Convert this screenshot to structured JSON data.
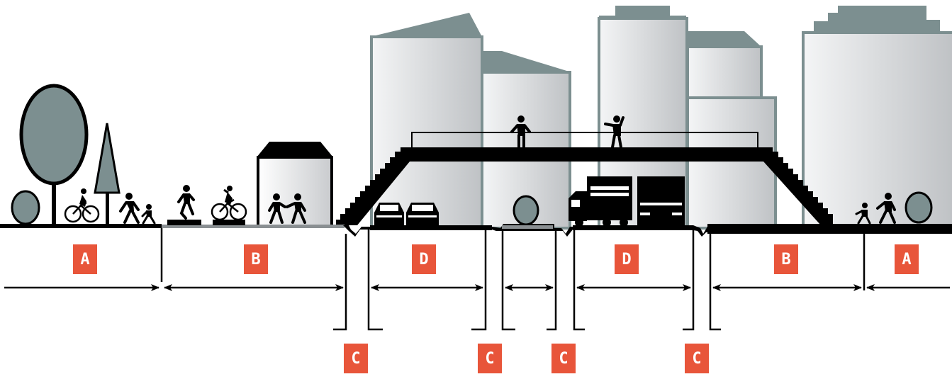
{
  "colors": {
    "zone_label_bg": "#e8553a",
    "zone_label_text": "#ffffff",
    "building_roof": "#7c8f90",
    "building_wall_light": "#f2f3f4",
    "building_wall_dark": "#c4c6c9",
    "building_outline": "#7c8f90",
    "vegetation": "#7c8f90",
    "ground": "#000000",
    "sidewalk": "#8a8f92"
  },
  "zone_labels": {
    "a_left": "A",
    "b_left": "B",
    "d_left": "D",
    "d_right": "D",
    "b_right": "B",
    "a_right": "A",
    "c1": "C",
    "c2": "C",
    "c3": "C",
    "c4": "C"
  },
  "icons": [
    "tree-icon",
    "cyclist-icon",
    "pedestrian-icon",
    "child-icon",
    "skater-icon",
    "car-icon",
    "truck-icon",
    "bus-icon",
    "building-icon",
    "pedestrian-bridge-icon",
    "dimension-arrow-icon"
  ]
}
